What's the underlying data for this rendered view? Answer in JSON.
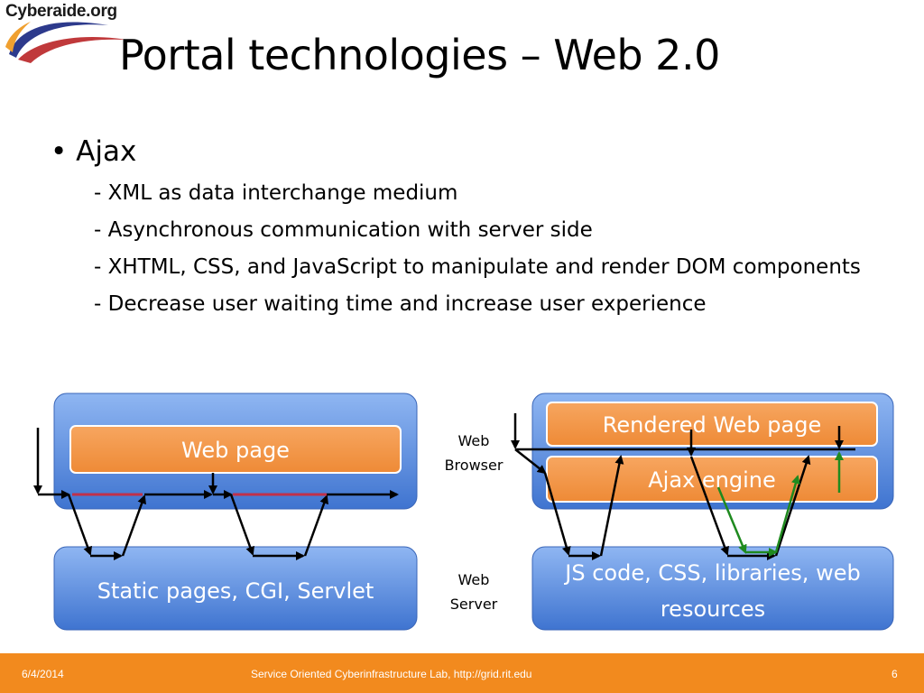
{
  "logo": {
    "text": "Cyberaide.org"
  },
  "slide": {
    "title": "Portal technologies – Web 2.0",
    "bullet": "• Ajax",
    "subs": [
      "- XML as data interchange medium",
      "- Asynchronous communication with server side",
      "- XHTML, CSS, and JavaScript to manipulate and render DOM components",
      "- Decrease user waiting time and increase user experience"
    ]
  },
  "diagram": {
    "left": {
      "page_label": "Web page",
      "server_label": "Static pages, CGI, Servlet"
    },
    "middle": {
      "browser_line1": "Web",
      "browser_line2": "Browser",
      "server_line1": "Web",
      "server_line2": "Server"
    },
    "right": {
      "rendered_label": "Rendered Web page",
      "engine_label": "Ajax engine",
      "server_line1": "JS code, CSS, libraries, web",
      "server_line2": "resources"
    },
    "colors": {
      "panel": "#5b8ee0",
      "box": "#f59a4a",
      "red_line": "#c0304a",
      "green_arrow": "#1f8a1f"
    }
  },
  "footer": {
    "date": "6/4/2014",
    "center": "Service Oriented Cyberinfrastructure Lab, http://grid.rit.edu",
    "page": "6"
  }
}
